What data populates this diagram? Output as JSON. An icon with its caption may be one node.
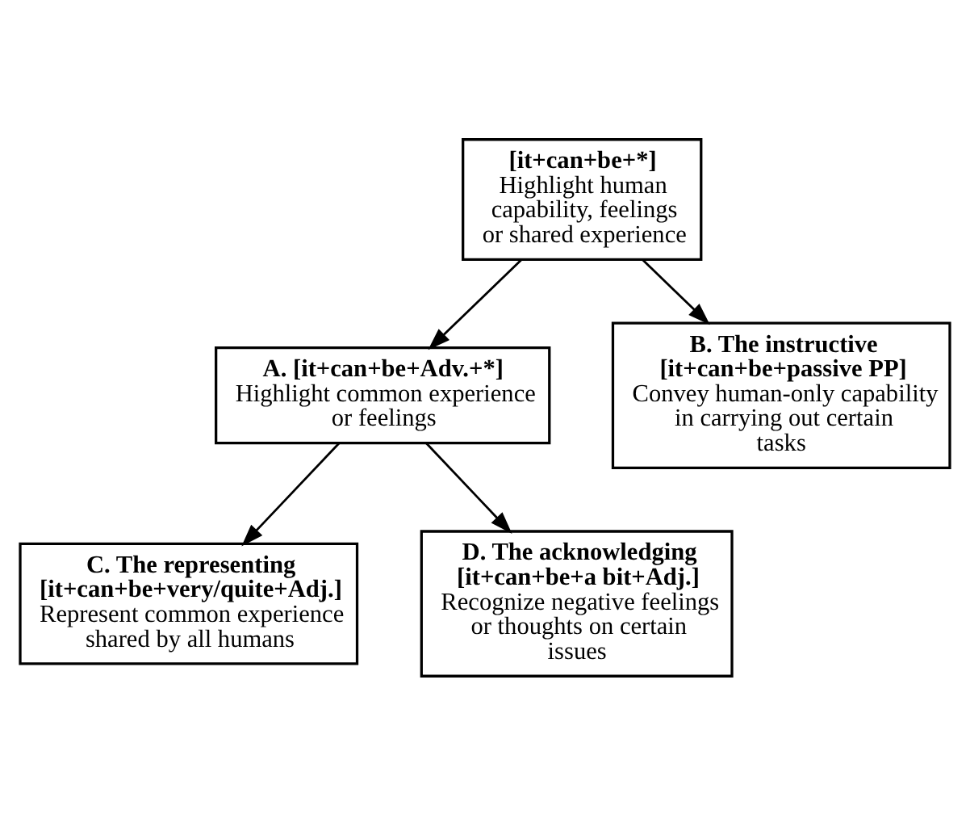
{
  "diagram": {
    "nodes": [
      {
        "text": [
          "[it+can+be+*]",
          "Highlight human capability, feelings or shared experience"
        ]
      },
      {
        "text": [
          "A. [it+can+be+Adv.+*]",
          "Highlight common experience or feelings"
        ]
      },
      {
        "text": [
          "B. The instructive [it+can+be+passive PP]",
          "Convey human-only capability in carrying out certain tasks"
        ]
      },
      {
        "text": [
          "C. The representing [it+can+be+very/quite+Adj.]",
          "Represent common experience shared by all humans"
        ]
      },
      {
        "text": [
          "D. The acknowledging [it+can+be+a bit+Adj.]",
          "Recognize negative feelings or thoughts on certain issues"
        ]
      }
    ],
    "edges": [
      {
        "from": 0,
        "to": 1,
        "arrow": "to"
      },
      {
        "from": 0,
        "to": 2,
        "arrow": "to"
      },
      {
        "from": 1,
        "to": 3,
        "arrow": "to"
      },
      {
        "from": 1,
        "to": 4,
        "arrow": "to"
      }
    ]
  }
}
